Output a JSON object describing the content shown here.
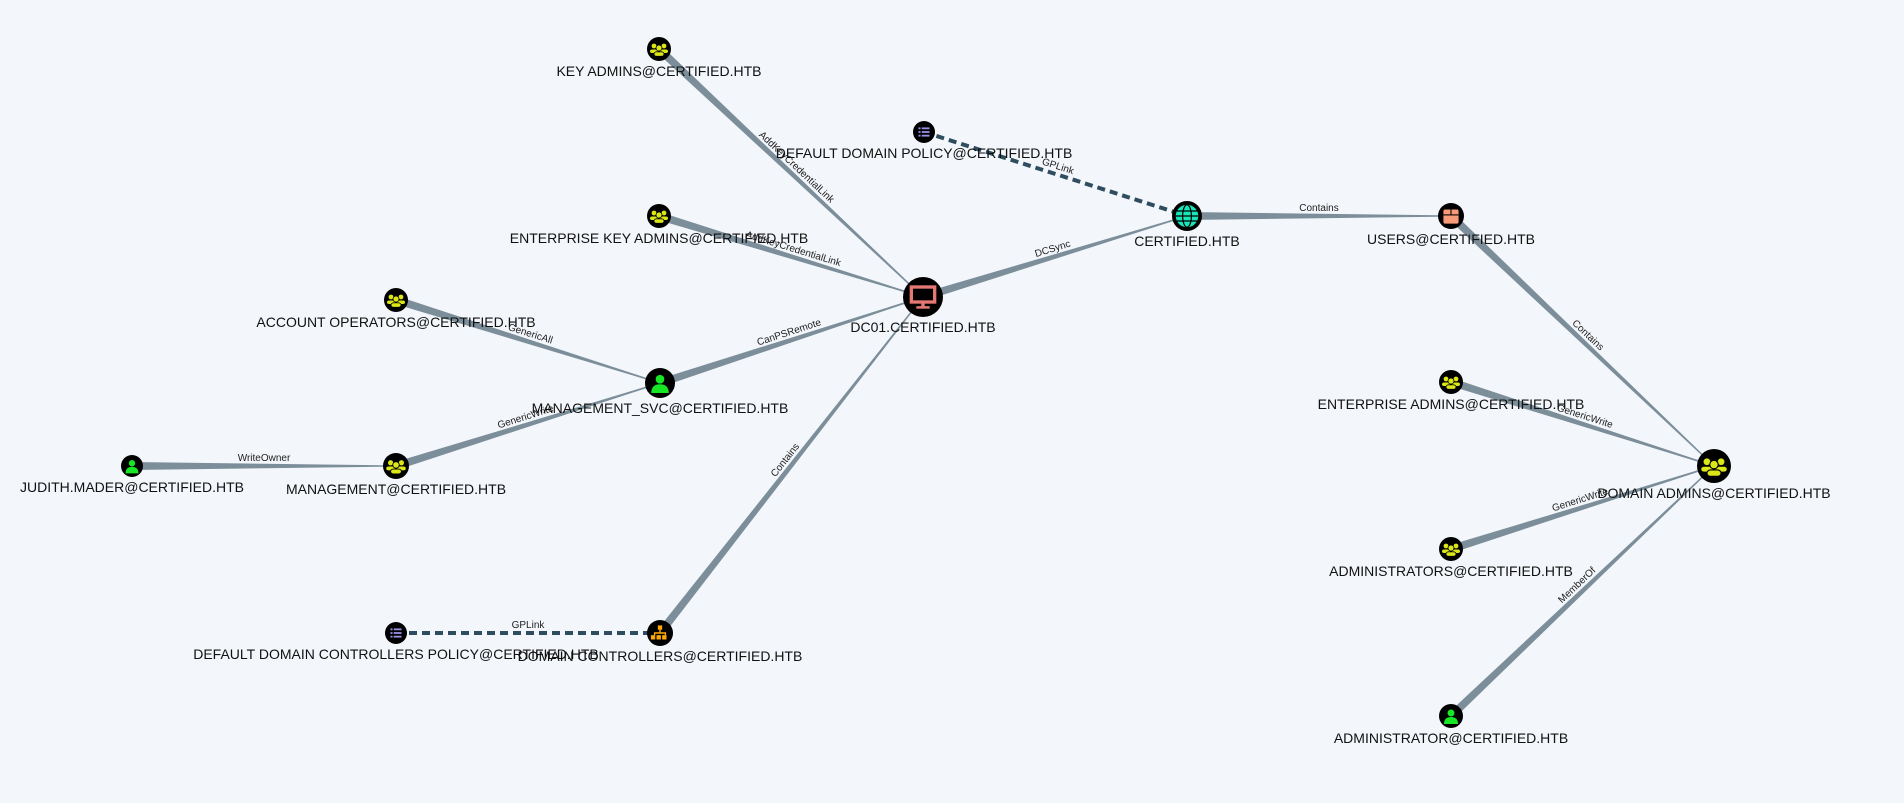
{
  "colors": {
    "background": "#f3f6fa",
    "edge": "#7b8e9a",
    "edge_dashed": "#2e4d5e",
    "group": "#dbe617",
    "user": "#17e625",
    "computer": "#e67873",
    "domain": "#17e6b9",
    "gpo": "#998ee6",
    "ou": "#ffaa00",
    "container": "#f79a78"
  },
  "nodes": [
    {
      "id": "key_admins",
      "type": "group",
      "icon": "group-icon",
      "label": "KEY ADMINS@CERTIFIED.HTB"
    },
    {
      "id": "default_domain_policy",
      "type": "gpo",
      "icon": "gpo-list-icon",
      "label": "DEFAULT DOMAIN POLICY@CERTIFIED.HTB"
    },
    {
      "id": "enterprise_key_admins",
      "type": "group",
      "icon": "group-icon",
      "label": "ENTERPRISE KEY ADMINS@CERTIFIED.HTB"
    },
    {
      "id": "dc01",
      "type": "computer",
      "icon": "computer-icon",
      "label": "DC01.CERTIFIED.HTB"
    },
    {
      "id": "certified",
      "type": "domain",
      "icon": "globe-icon",
      "label": "CERTIFIED.HTB"
    },
    {
      "id": "users",
      "type": "container",
      "icon": "container-box-icon",
      "label": "USERS@CERTIFIED.HTB"
    },
    {
      "id": "account_operators",
      "type": "group",
      "icon": "group-icon",
      "label": "ACCOUNT OPERATORS@CERTIFIED.HTB"
    },
    {
      "id": "management_svc",
      "type": "user",
      "icon": "user-icon",
      "label": "MANAGEMENT_SVC@CERTIFIED.HTB"
    },
    {
      "id": "judith",
      "type": "user",
      "icon": "user-icon",
      "label": "JUDITH.MADER@CERTIFIED.HTB"
    },
    {
      "id": "management",
      "type": "group",
      "icon": "group-icon",
      "label": "MANAGEMENT@CERTIFIED.HTB"
    },
    {
      "id": "ddc_policy",
      "type": "gpo",
      "icon": "gpo-list-icon",
      "label": "DEFAULT DOMAIN CONTROLLERS POLICY@CERTIFIED.HTB"
    },
    {
      "id": "domain_controllers",
      "type": "ou",
      "icon": "ou-tree-icon",
      "label": "DOMAIN CONTROLLERS@CERTIFIED.HTB"
    },
    {
      "id": "enterprise_admins",
      "type": "group",
      "icon": "group-icon",
      "label": "ENTERPRISE ADMINS@CERTIFIED.HTB"
    },
    {
      "id": "domain_admins",
      "type": "group",
      "icon": "group-icon",
      "label": "DOMAIN ADMINS@CERTIFIED.HTB"
    },
    {
      "id": "administrators",
      "type": "group",
      "icon": "group-icon",
      "label": "ADMINISTRATORS@CERTIFIED.HTB"
    },
    {
      "id": "administrator",
      "type": "user",
      "icon": "user-icon",
      "label": "ADMINISTRATOR@CERTIFIED.HTB"
    }
  ],
  "edges": [
    {
      "source": "key_admins",
      "target": "dc01",
      "label": "AddKeyCredentialLink",
      "dashed": false
    },
    {
      "source": "enterprise_key_admins",
      "target": "dc01",
      "label": "AddKeyCredentialLink",
      "dashed": false
    },
    {
      "source": "dc01",
      "target": "certified",
      "label": "DCSync",
      "dashed": false
    },
    {
      "source": "default_domain_policy",
      "target": "certified",
      "label": "GPLink",
      "dashed": true
    },
    {
      "source": "certified",
      "target": "users",
      "label": "Contains",
      "dashed": false
    },
    {
      "source": "users",
      "target": "domain_admins",
      "label": "Contains",
      "dashed": false
    },
    {
      "source": "account_operators",
      "target": "management_svc",
      "label": "GenericAll",
      "dashed": false
    },
    {
      "source": "management_svc",
      "target": "dc01",
      "label": "CanPSRemote",
      "dashed": false
    },
    {
      "source": "management",
      "target": "management_svc",
      "label": "GenericWrite",
      "dashed": false
    },
    {
      "source": "judith",
      "target": "management",
      "label": "WriteOwner",
      "dashed": false
    },
    {
      "source": "domain_controllers",
      "target": "dc01",
      "label": "Contains",
      "dashed": false
    },
    {
      "source": "ddc_policy",
      "target": "domain_controllers",
      "label": "GPLink",
      "dashed": true
    },
    {
      "source": "enterprise_admins",
      "target": "domain_admins",
      "label": "GenericWrite",
      "dashed": false
    },
    {
      "source": "administrators",
      "target": "domain_admins",
      "label": "GenericWrite",
      "dashed": false
    },
    {
      "source": "administrator",
      "target": "domain_admins",
      "label": "MemberOf",
      "dashed": false
    }
  ]
}
